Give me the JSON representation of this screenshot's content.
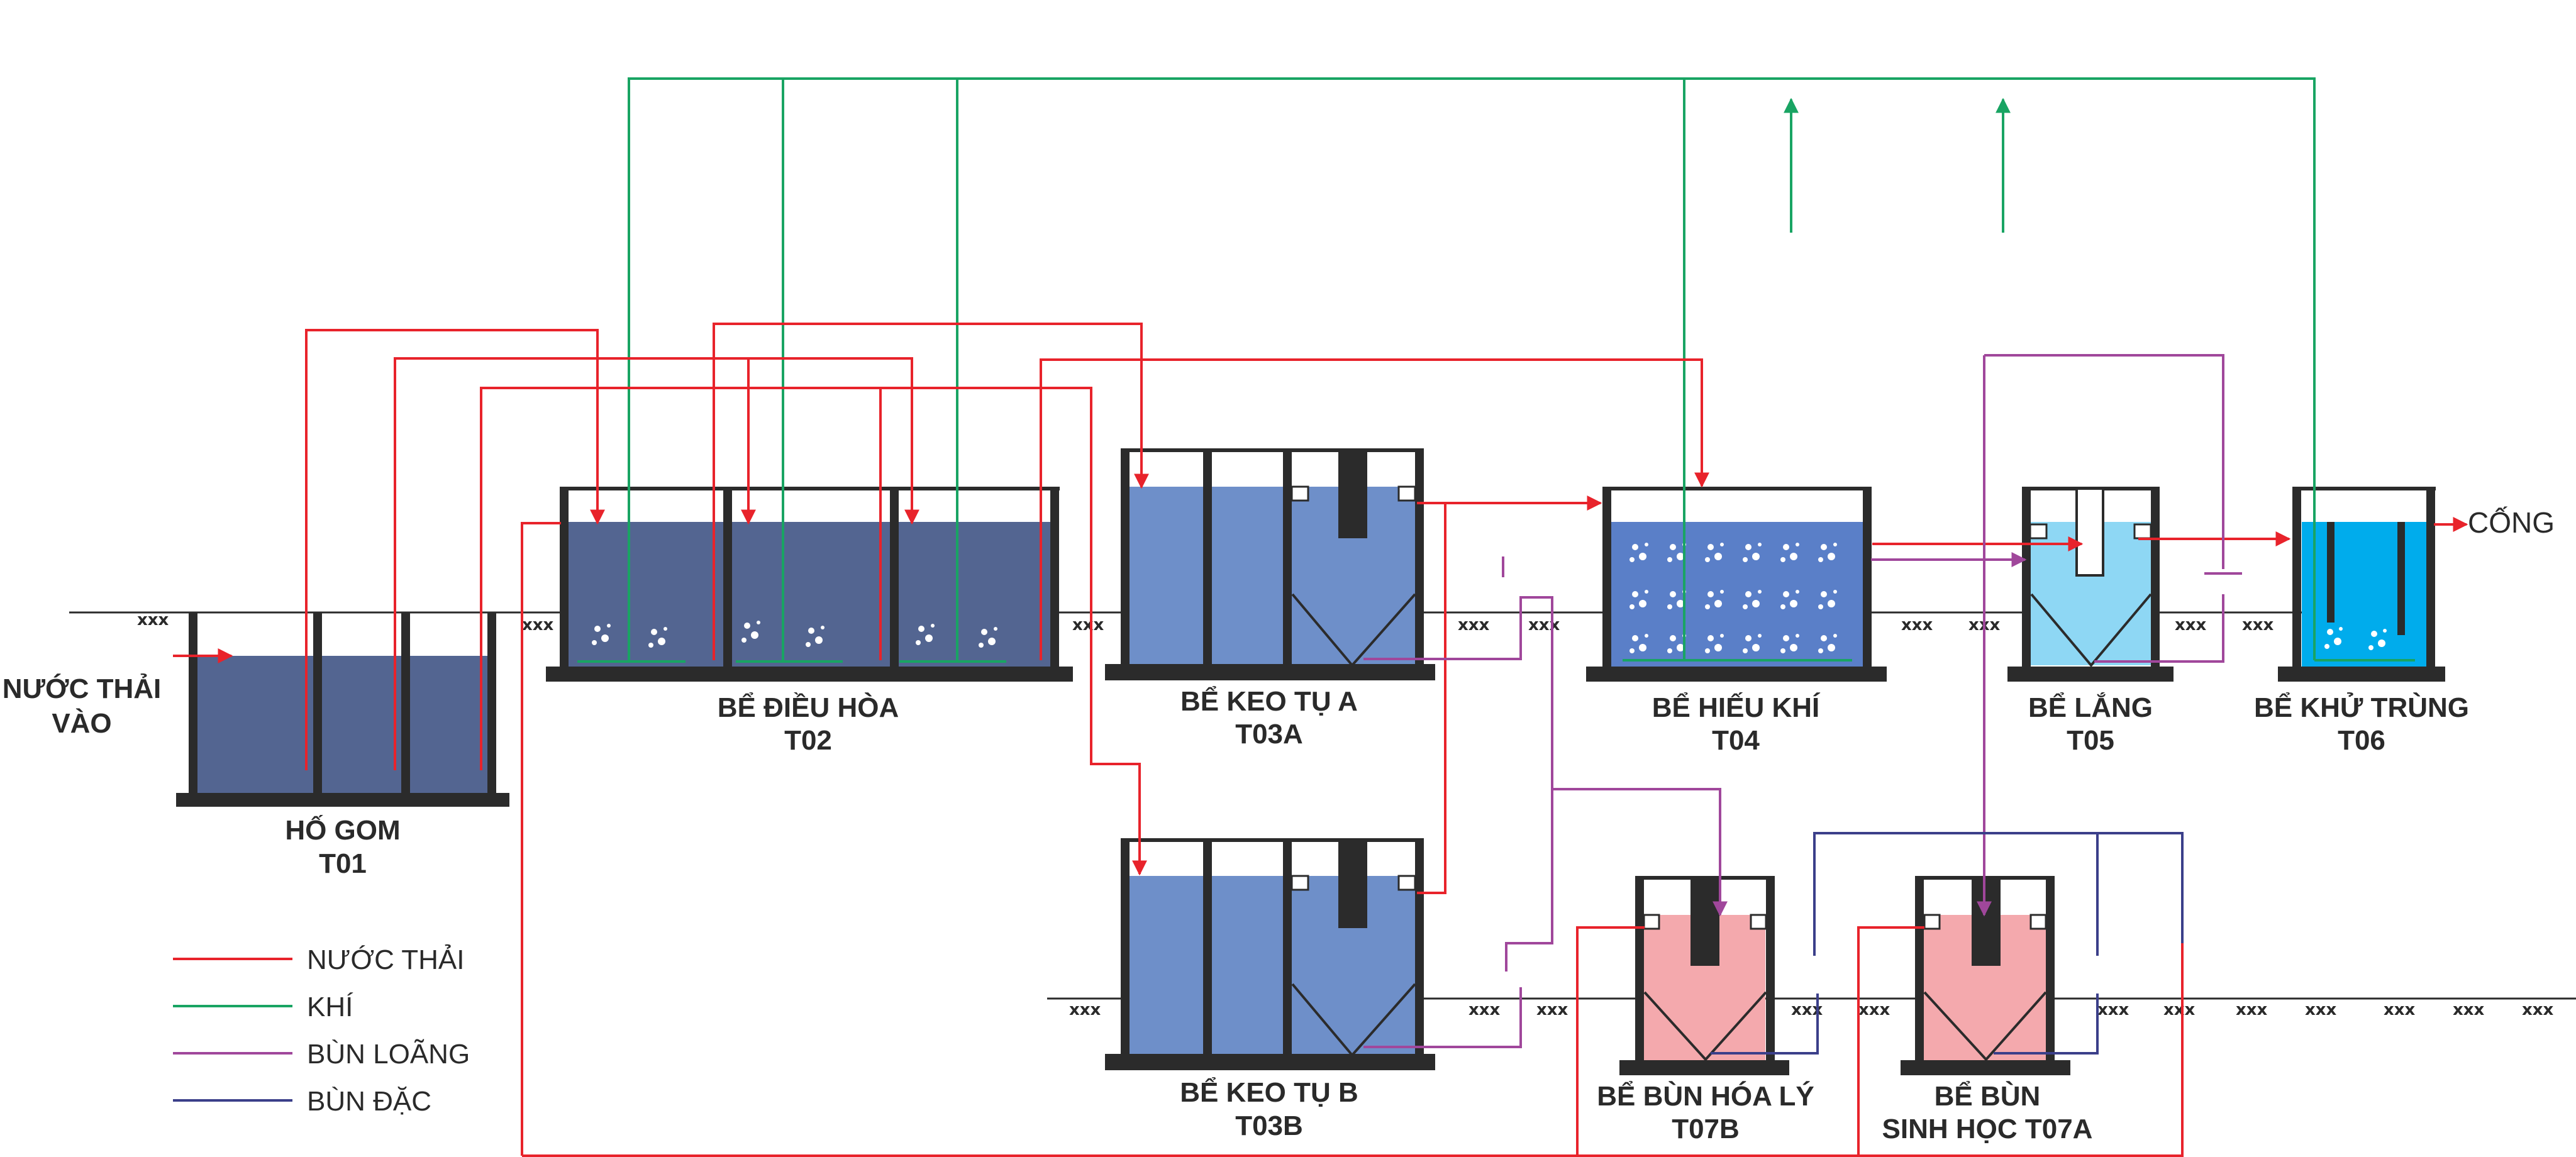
{
  "colors": {
    "water_line": "#e8232b",
    "air_line": "#19a463",
    "dilute_sludge_line": "#a0479b",
    "thick_sludge_line": "#3b3f8a",
    "tank_wall": "#2b2b2b",
    "collection_water": "#536591",
    "equalization_water": "#536591",
    "coagulation_water": "#6e8fc9",
    "aerobic_water": "#5a7fc8",
    "settling_water": "#8ed7f4",
    "disinfection_water": "#00acec",
    "sludge_water": "#f4a9ad"
  },
  "labels": {
    "inlet_line1": "NƯỚC THẢI",
    "inlet_line2": "VÀO",
    "outlet": "CỐNG",
    "t01_line1": "HỐ GOM",
    "t01_line2": "T01",
    "t02_line1": "BỂ ĐIỀU HÒA",
    "t02_line2": "T02",
    "t03a_line1": "BỂ KEO TỤ A",
    "t03a_line2": "T03A",
    "t03b_line1": "BỂ KEO TỤ B",
    "t03b_line2": "T03B",
    "t04_line1": "BỂ HIẾU KHÍ",
    "t04_line2": "T04",
    "t05_line1": "BỂ LẮNG",
    "t05_line2": "T05",
    "t06_line1": "BỂ KHỬ TRÙNG",
    "t06_line2": "T06",
    "t07b_line1": "BỂ BÙN HÓA LÝ",
    "t07b_line2": "T07B",
    "t07a_line1": "BỂ BÙN",
    "t07a_line2": "SINH HỌC T07A"
  },
  "legend": [
    {
      "label": "NƯỚC THẢI",
      "color": "#e8232b"
    },
    {
      "label": "KHÍ",
      "color": "#19a463"
    },
    {
      "label": "BÙN LOÃNG",
      "color": "#a0479b"
    },
    {
      "label": "BÙN ĐẶC",
      "color": "#3b3f8a"
    }
  ]
}
